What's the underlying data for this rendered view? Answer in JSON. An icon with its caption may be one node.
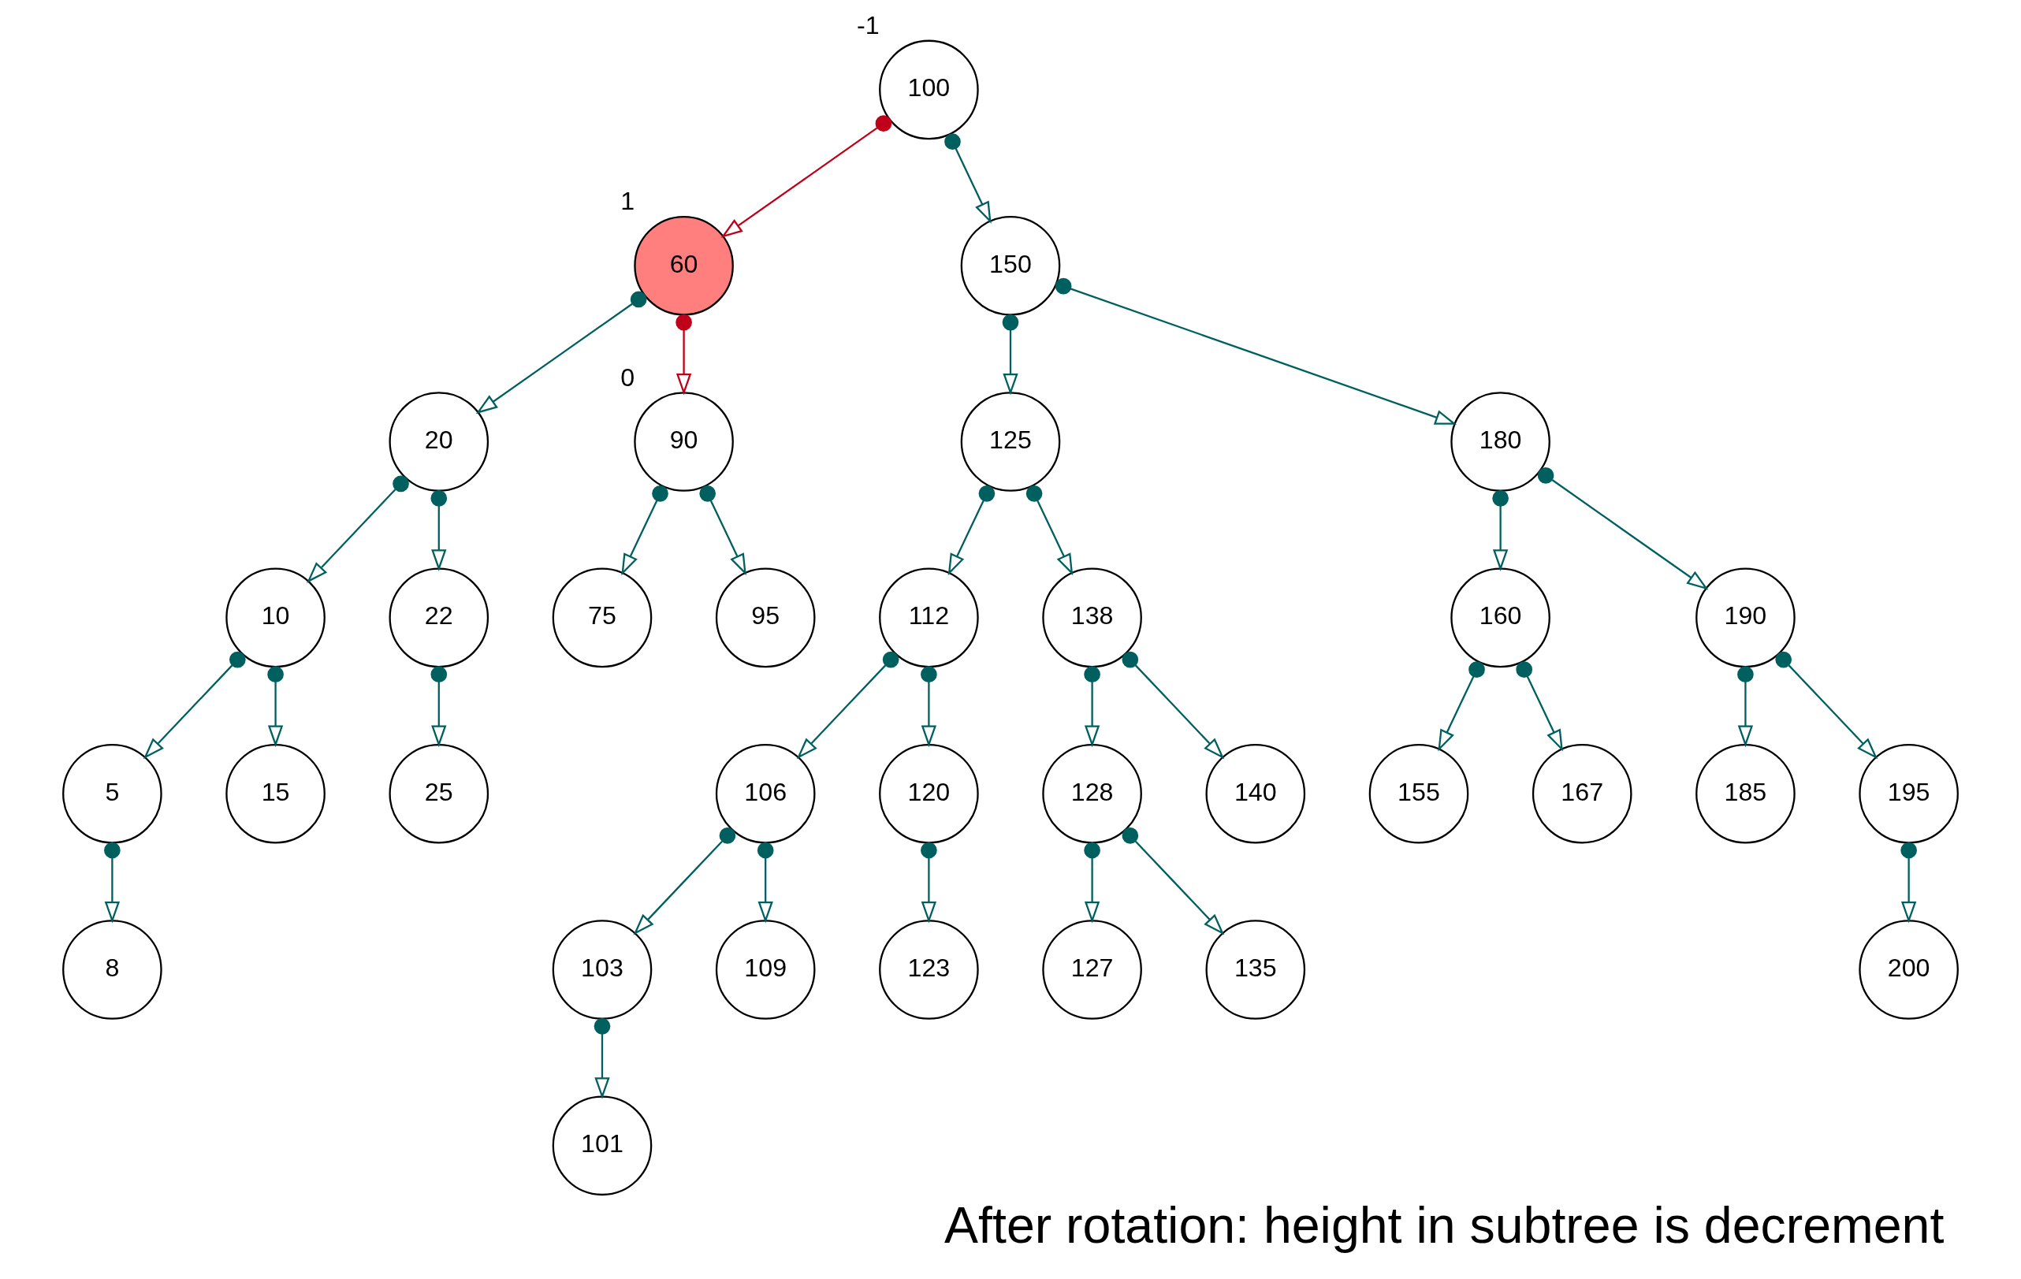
{
  "diagram": {
    "caption": "After rotation: height in subtree is decrement",
    "nodes": [
      {
        "text": [
          "100"
        ],
        "beside": [
          "-1"
        ]
      },
      {
        "text": [
          "60"
        ],
        "beside": [
          "1"
        ]
      },
      {
        "text": [
          "150"
        ]
      },
      {
        "text": [
          "20"
        ]
      },
      {
        "text": [
          "90"
        ],
        "beside": [
          "0"
        ]
      },
      {
        "text": [
          "125"
        ]
      },
      {
        "text": [
          "180"
        ]
      },
      {
        "text": [
          "10"
        ]
      },
      {
        "text": [
          "22"
        ]
      },
      {
        "text": [
          "75"
        ]
      },
      {
        "text": [
          "95"
        ]
      },
      {
        "text": [
          "112"
        ]
      },
      {
        "text": [
          "138"
        ]
      },
      {
        "text": [
          "160"
        ]
      },
      {
        "text": [
          "190"
        ]
      },
      {
        "text": [
          "5"
        ]
      },
      {
        "text": [
          "15"
        ]
      },
      {
        "text": [
          "25"
        ]
      },
      {
        "text": [
          "106"
        ]
      },
      {
        "text": [
          "120"
        ]
      },
      {
        "text": [
          "128"
        ]
      },
      {
        "text": [
          "140"
        ]
      },
      {
        "text": [
          "155"
        ]
      },
      {
        "text": [
          "167"
        ]
      },
      {
        "text": [
          "185"
        ]
      },
      {
        "text": [
          "195"
        ]
      },
      {
        "text": [
          "8"
        ]
      },
      {
        "text": [
          "103"
        ]
      },
      {
        "text": [
          "109"
        ]
      },
      {
        "text": [
          "123"
        ]
      },
      {
        "text": [
          "127"
        ]
      },
      {
        "text": [
          "135"
        ]
      },
      {
        "text": [
          "200"
        ]
      },
      {
        "text": [
          "101"
        ]
      }
    ],
    "edges": [
      {
        "from": 0,
        "to": 1,
        "arrow": "to",
        "color": "#c0001a"
      },
      {
        "from": 0,
        "to": 2,
        "arrow": "to"
      },
      {
        "from": 1,
        "to": 3,
        "arrow": "to"
      },
      {
        "from": 1,
        "to": 4,
        "arrow": "to",
        "color": "#c0001a"
      },
      {
        "from": 2,
        "to": 5,
        "arrow": "to"
      },
      {
        "from": 2,
        "to": 6,
        "arrow": "to"
      },
      {
        "from": 3,
        "to": 7,
        "arrow": "to"
      },
      {
        "from": 3,
        "to": 8,
        "arrow": "to"
      },
      {
        "from": 4,
        "to": 9,
        "arrow": "to"
      },
      {
        "from": 4,
        "to": 10,
        "arrow": "to"
      },
      {
        "from": 5,
        "to": 11,
        "arrow": "to"
      },
      {
        "from": 5,
        "to": 12,
        "arrow": "to"
      },
      {
        "from": 6,
        "to": 13,
        "arrow": "to"
      },
      {
        "from": 6,
        "to": 14,
        "arrow": "to"
      },
      {
        "from": 7,
        "to": 15,
        "arrow": "to"
      },
      {
        "from": 7,
        "to": 16,
        "arrow": "to"
      },
      {
        "from": 8,
        "to": 17,
        "arrow": "to"
      },
      {
        "from": 11,
        "to": 18,
        "arrow": "to"
      },
      {
        "from": 11,
        "to": 19,
        "arrow": "to"
      },
      {
        "from": 12,
        "to": 20,
        "arrow": "to"
      },
      {
        "from": 12,
        "to": 21,
        "arrow": "to"
      },
      {
        "from": 13,
        "to": 22,
        "arrow": "to"
      },
      {
        "from": 13,
        "to": 23,
        "arrow": "to"
      },
      {
        "from": 14,
        "to": 24,
        "arrow": "to"
      },
      {
        "from": 14,
        "to": 25,
        "arrow": "to"
      },
      {
        "from": 15,
        "to": 26,
        "arrow": "to"
      },
      {
        "from": 18,
        "to": 27,
        "arrow": "to"
      },
      {
        "from": 18,
        "to": 28,
        "arrow": "to"
      },
      {
        "from": 19,
        "to": 29,
        "arrow": "to"
      },
      {
        "from": 20,
        "to": 30,
        "arrow": "to"
      },
      {
        "from": 20,
        "to": 31,
        "arrow": "to"
      },
      {
        "from": 25,
        "to": 32,
        "arrow": "to"
      },
      {
        "from": 27,
        "to": 33,
        "arrow": "to"
      }
    ]
  }
}
